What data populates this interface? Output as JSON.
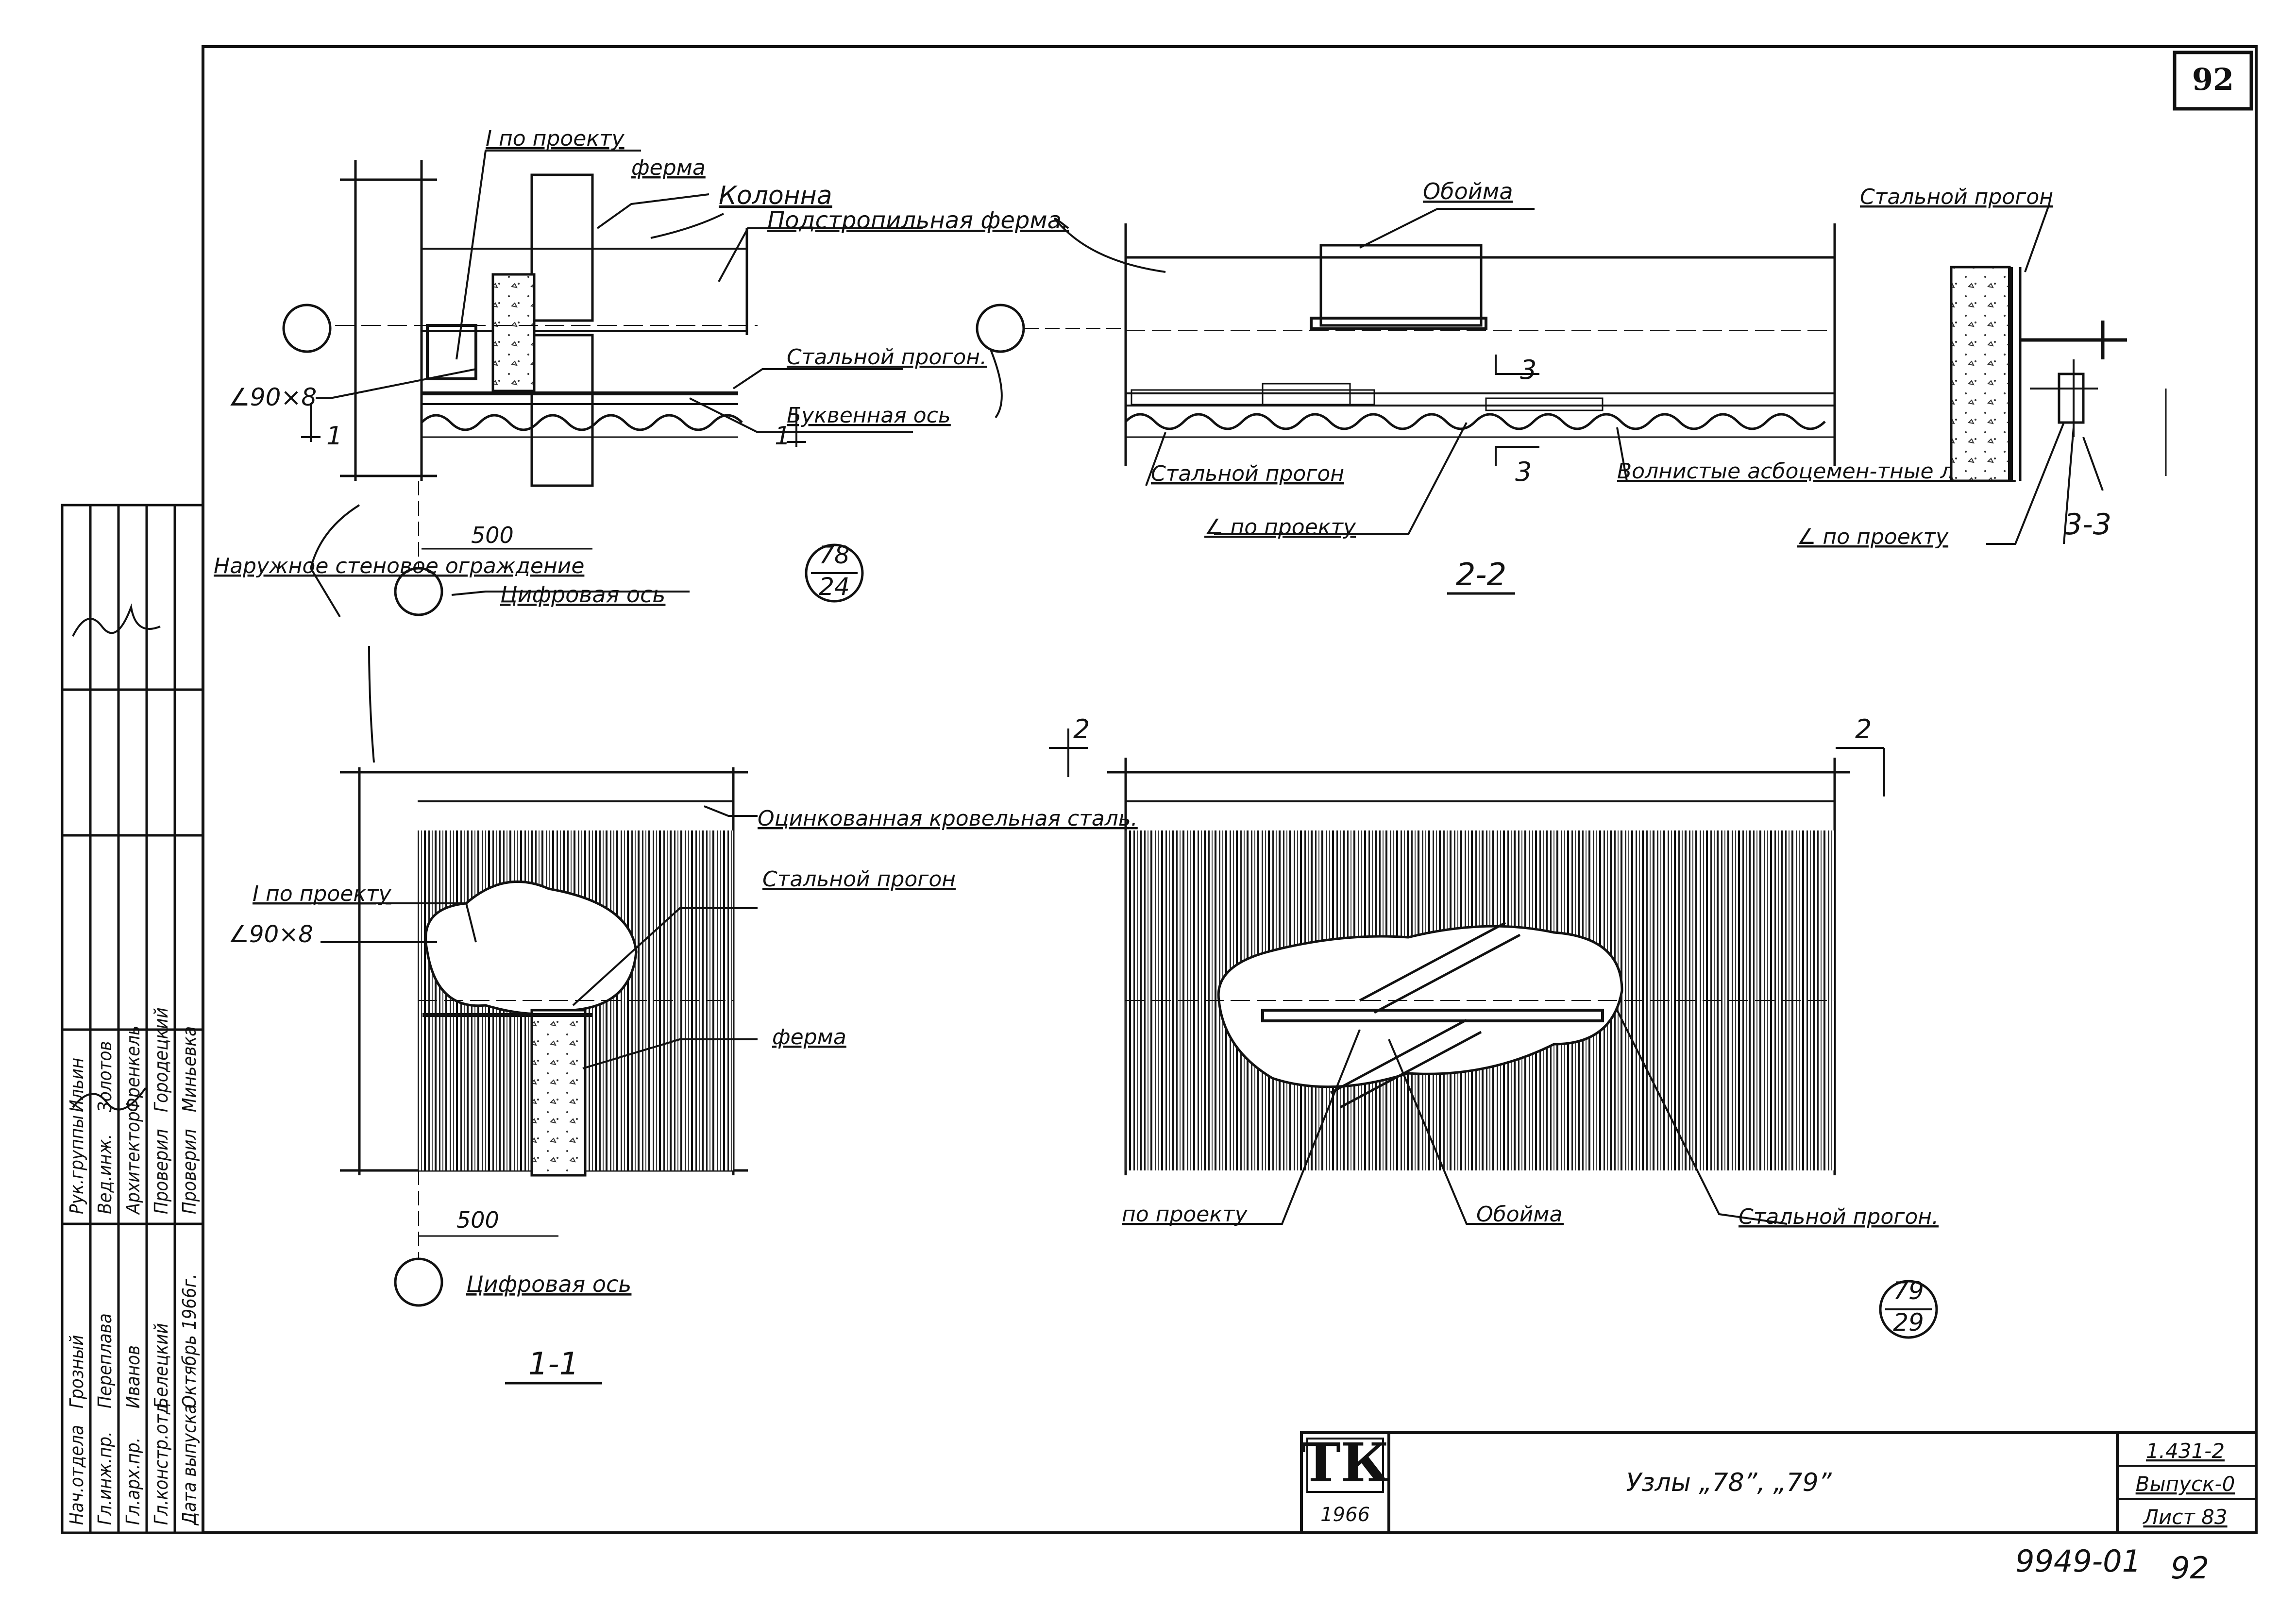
{
  "sheet": {
    "number_top": "92",
    "stamp_number": "9949-01",
    "stamp_number_suffix": "92"
  },
  "title_block": {
    "logo": "ТК",
    "year": "1966",
    "title": "Узлы „78”, „79”",
    "series": "1.431-2",
    "issue": "Выпуск-0",
    "sheet": "Лист 83"
  },
  "side_stamp": {
    "rows": [
      {
        "role": "Нач.отдела",
        "name": "Грозный"
      },
      {
        "role": "Гл.инж.пр.",
        "name": "Переплава"
      },
      {
        "role": "Гл.арх.пр.",
        "name": "Иванов"
      },
      {
        "role": "Гл.констр.отд.",
        "name": "Белецкий"
      },
      {
        "role": "Дата выпуска",
        "name": "Октябрь 1966г."
      },
      {
        "role": "Рук.группы",
        "name": "Ильин"
      },
      {
        "role": "Вед.инж.",
        "name": "Золотов"
      },
      {
        "role": "Архитектор",
        "name": "Френкель"
      },
      {
        "role": "Проверил",
        "name": "Городецкий"
      },
      {
        "role": "Проверил",
        "name": "Миньевка"
      }
    ]
  },
  "node_top_left": {
    "labels": {
      "i_beam": "I по проекту",
      "truss": "ферма",
      "column": "Колонна",
      "sub_truss": "Подстропильная ферма.",
      "angle": "∠90×8",
      "steel_purlin": "Стальной прогон.",
      "letter_axis": "Буквенная ось",
      "wall": "Наружное стеновое ограждение",
      "digit_axis": "Цифровая ось",
      "dim_500": "500",
      "cut_1": "1",
      "cut_1b": "1",
      "node_num": "78",
      "node_sheet": "24"
    }
  },
  "section_2_2": {
    "labels": {
      "clamp": "Обойма",
      "steel_purlin": "Стальной прогон",
      "angle": "∠ по проекту",
      "sheets": "Волнистые асбоцемен-тные листы.",
      "cut_3": "3",
      "cut_3b": "3",
      "title": "2-2"
    }
  },
  "section_3_3": {
    "labels": {
      "steel_purlin": "Стальной прогон",
      "angle": "∠ по проекту",
      "title": "3-3"
    }
  },
  "section_1_1": {
    "labels": {
      "roof_steel": "Оцинкованная кровельная сталь.",
      "steel_purlin": "Стальной прогон",
      "i_beam": "I по проекту",
      "angle": "∠90×8",
      "truss": "ферма",
      "dim_500": "500",
      "digit_axis": "Цифровая ось",
      "title": "1-1"
    }
  },
  "node_bottom_right": {
    "labels": {
      "cut_2": "2",
      "cut_2b": "2",
      "by_project": "по проекту",
      "clamp": "Обойма",
      "steel_purlin": "Стальной прогон.",
      "node_num": "79",
      "node_sheet": "29"
    }
  }
}
